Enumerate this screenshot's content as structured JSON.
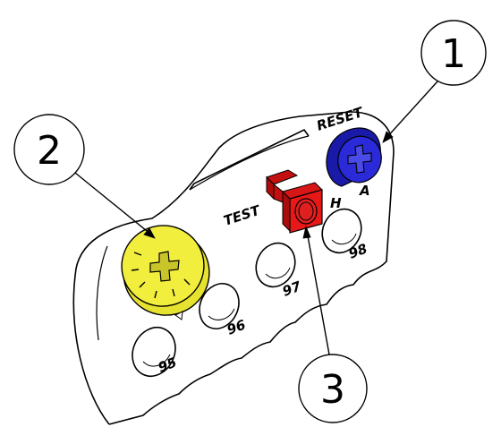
{
  "labels": {
    "reset": "RESET",
    "test": "TEST",
    "mode_h": "H",
    "mode_a": "A"
  },
  "terminals": [
    "95",
    "96",
    "97",
    "98"
  ],
  "callouts": [
    "1",
    "2",
    "3"
  ],
  "colors": {
    "reset_button": "#2a2ad8",
    "test_button": "#e81818",
    "dial": "#f2ee3e",
    "outline": "#000000"
  },
  "icons": {
    "reset_button": "cross-slot-icon",
    "dial": "cross-slot-icon",
    "test_button": "square-push-button-icon",
    "dial_marker": "triangle-marker-icon"
  }
}
